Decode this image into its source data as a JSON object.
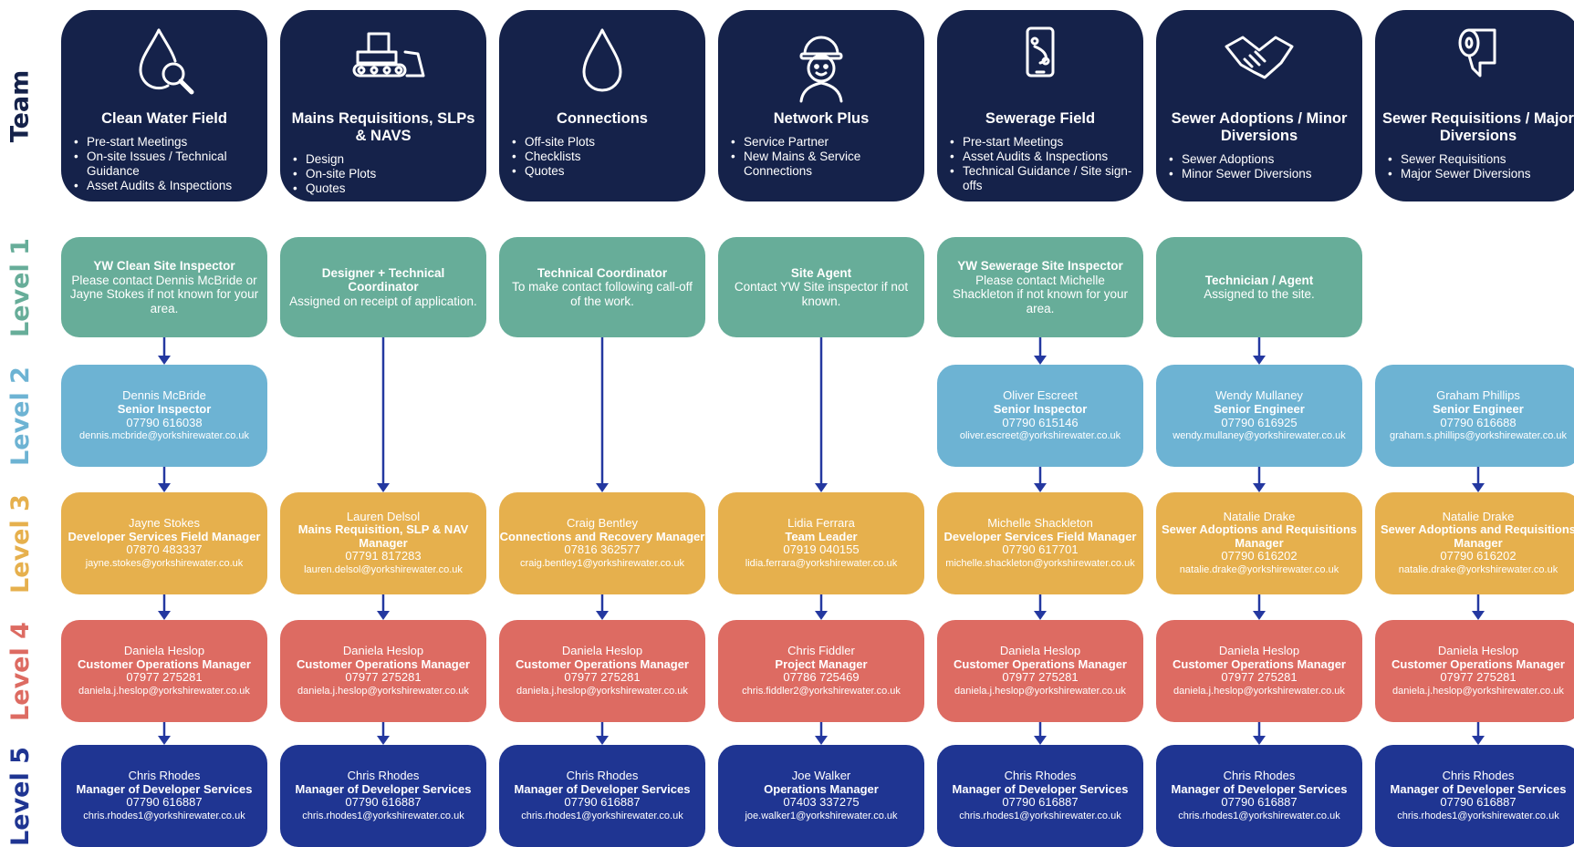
{
  "rows": {
    "team": {
      "label": "Team",
      "color": "#15224a"
    },
    "level1": {
      "label": "Level 1",
      "color": "#67ad99"
    },
    "level2": {
      "label": "Level 2",
      "color": "#6db3d3"
    },
    "level3": {
      "label": "Level 3",
      "color": "#e6b04d"
    },
    "level4": {
      "label": "Level 4",
      "color": "#dd6b62"
    },
    "level5": {
      "label": "Level 5",
      "color": "#1f3592"
    }
  },
  "teams": [
    {
      "title": "Clean Water Field",
      "bullets": [
        "Pre-start Meetings",
        "On-site Issues / Technical Guidance",
        "Asset Audits & Inspections"
      ],
      "icon": "water-drop-search-icon"
    },
    {
      "title": "Mains Requisitions, SLPs & NAVS",
      "bullets": [
        "Design",
        "On-site Plots",
        "Quotes"
      ],
      "icon": "bulldozer-icon"
    },
    {
      "title": "Connections",
      "bullets": [
        "Off-site Plots",
        "Checklists",
        "Quotes"
      ],
      "icon": "water-drop-icon"
    },
    {
      "title": "Network Plus",
      "bullets": [
        "Service Partner",
        "New Mains & Service Connections"
      ],
      "icon": "worker-hardhat-icon"
    },
    {
      "title": "Sewerage Field",
      "bullets": [
        "Pre-start Meetings",
        "Asset Audits & Inspections",
        "Technical Guidance / Site sign-offs"
      ],
      "icon": "mobile-map-icon"
    },
    {
      "title": "Sewer Adoptions / Minor Diversions",
      "bullets": [
        "Sewer Adoptions",
        "Minor Sewer Diversions"
      ],
      "icon": "handshake-icon"
    },
    {
      "title": "Sewer Requisitions / Major Diversions",
      "bullets": [
        "Sewer Requisitions",
        "Major Sewer Diversions"
      ],
      "icon": "toilet-roll-icon"
    }
  ],
  "level1": [
    {
      "title": "YW Clean Site Inspector",
      "text": "Please contact Dennis McBride or Jayne Stokes if not known for your area."
    },
    {
      "title": "Designer + Technical Coordinator",
      "text": "Assigned on receipt of application."
    },
    {
      "title": "Technical Coordinator",
      "text": "To make contact following call-off of the work."
    },
    {
      "title": "Site Agent",
      "text": "Contact YW Site inspector if not known."
    },
    {
      "title": "YW Sewerage Site Inspector",
      "text": "Please contact Michelle Shackleton if not known for your area."
    },
    {
      "title": "Technician / Agent",
      "text": "Assigned to the site."
    }
  ],
  "level2": [
    {
      "name": "Dennis McBride",
      "role": "Senior Inspector",
      "phone": "07790 616038",
      "email": "dennis.mcbride@yorkshirewater.co.uk"
    },
    null,
    null,
    null,
    {
      "name": "Oliver Escreet",
      "role": "Senior Inspector",
      "phone": "07790 615146",
      "email": "oliver.escreet@yorkshirewater.co.uk"
    },
    {
      "name": "Wendy Mullaney",
      "role": "Senior Engineer",
      "phone": "07790 616925",
      "email": "wendy.mullaney@yorkshirewater.co.uk"
    },
    {
      "name": "Graham Phillips",
      "role": "Senior Engineer",
      "phone": "07790 616688",
      "email": "graham.s.phillips@yorkshirewater.co.uk"
    }
  ],
  "level3": [
    {
      "name": "Jayne Stokes",
      "role": "Developer Services Field Manager",
      "phone": "07870 483337",
      "email": "jayne.stokes@yorkshirewater.co.uk"
    },
    {
      "name": "Lauren Delsol",
      "role": "Mains Requisition, SLP & NAV Manager",
      "phone": "07791 817283",
      "email": "lauren.delsol@yorkshirewater.co.uk"
    },
    {
      "name": "Craig Bentley",
      "role": "Connections and Recovery Manager",
      "phone": "07816 362577",
      "email": "craig.bentley1@yorkshirewater.co.uk"
    },
    {
      "name": "Lidia Ferrara",
      "role": "Team Leader",
      "phone": "07919 040155",
      "email": "lidia.ferrara@yorkshirewater.co.uk"
    },
    {
      "name": "Michelle Shackleton",
      "role": "Developer Services Field Manager",
      "phone": "07790 617701",
      "email": "michelle.shackleton@yorkshirewater.co.uk"
    },
    {
      "name": "Natalie Drake",
      "role": "Sewer Adoptions and Requisitions Manager",
      "phone": "07790 616202",
      "email": "natalie.drake@yorkshirewater.co.uk"
    },
    {
      "name": "Natalie Drake",
      "role": "Sewer Adoptions and Requisitions Manager",
      "phone": "07790 616202",
      "email": "natalie.drake@yorkshirewater.co.uk"
    }
  ],
  "level4": [
    {
      "name": "Daniela Heslop",
      "role": "Customer Operations Manager",
      "phone": "07977 275281",
      "email": "daniela.j.heslop@yorkshirewater.co.uk"
    },
    {
      "name": "Daniela Heslop",
      "role": "Customer Operations Manager",
      "phone": "07977 275281",
      "email": "daniela.j.heslop@yorkshirewater.co.uk"
    },
    {
      "name": "Daniela Heslop",
      "role": "Customer Operations Manager",
      "phone": "07977 275281",
      "email": "daniela.j.heslop@yorkshirewater.co.uk"
    },
    {
      "name": "Chris Fiddler",
      "role": "Project Manager",
      "phone": "07786 725469",
      "email": "chris.fiddler2@yorkshirewater.co.uk"
    },
    {
      "name": "Daniela Heslop",
      "role": "Customer Operations Manager",
      "phone": "07977 275281",
      "email": "daniela.j.heslop@yorkshirewater.co.uk"
    },
    {
      "name": "Daniela Heslop",
      "role": "Customer Operations Manager",
      "phone": "07977 275281",
      "email": "daniela.j.heslop@yorkshirewater.co.uk"
    },
    {
      "name": "Daniela Heslop",
      "role": "Customer Operations Manager",
      "phone": "07977 275281",
      "email": "daniela.j.heslop@yorkshirewater.co.uk"
    }
  ],
  "level5": [
    {
      "name": "Chris Rhodes",
      "role": "Manager of Developer Services",
      "phone": "07790 616887",
      "email": "chris.rhodes1@yorkshirewater.co.uk"
    },
    {
      "name": "Chris Rhodes",
      "role": "Manager of Developer Services",
      "phone": "07790 616887",
      "email": "chris.rhodes1@yorkshirewater.co.uk"
    },
    {
      "name": "Chris Rhodes",
      "role": "Manager of Developer Services",
      "phone": "07790 616887",
      "email": "chris.rhodes1@yorkshirewater.co.uk"
    },
    {
      "name": "Joe Walker",
      "role": "Operations Manager",
      "phone": "07403 337275",
      "email": "joe.walker1@yorkshirewater.co.uk"
    },
    {
      "name": "Chris Rhodes",
      "role": "Manager of Developer Services",
      "phone": "07790 616887",
      "email": "chris.rhodes1@yorkshirewater.co.uk"
    },
    {
      "name": "Chris Rhodes",
      "role": "Manager of Developer Services",
      "phone": "07790 616887",
      "email": "chris.rhodes1@yorkshirewater.co.uk"
    },
    {
      "name": "Chris Rhodes",
      "role": "Manager of Developer Services",
      "phone": "07790 616887",
      "email": "chris.rhodes1@yorkshirewater.co.uk"
    }
  ]
}
